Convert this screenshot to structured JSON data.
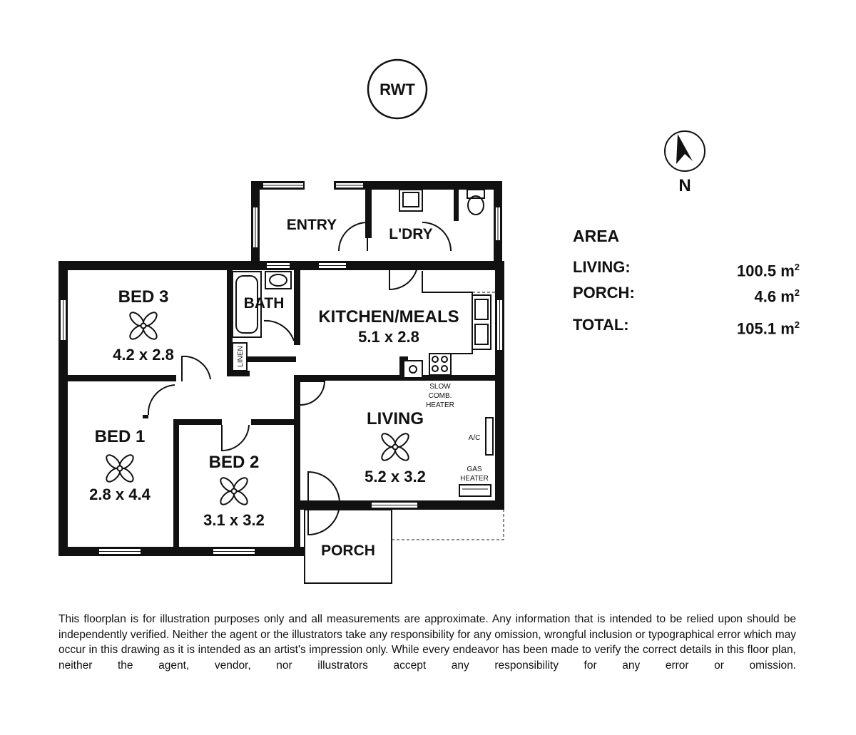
{
  "tank_label": "RWT",
  "compass_label": "N",
  "rooms": {
    "entry": "ENTRY",
    "laundry": "L'DRY",
    "bath": "BATH",
    "linen": "LINEN",
    "bed3": {
      "name": "BED 3",
      "size": "4.2 x 2.8"
    },
    "kitchen": {
      "name": "KITCHEN/MEALS",
      "size": "5.1 x 2.8"
    },
    "bed1": {
      "name": "BED 1",
      "size": "2.8 x 4.4"
    },
    "bed2": {
      "name": "BED 2",
      "size": "3.1 x 3.2"
    },
    "living": {
      "name": "LIVING",
      "size": "5.2 x 3.2"
    },
    "porch": "PORCH"
  },
  "fixtures": {
    "slow_comb_heater_1": "SLOW",
    "slow_comb_heater_2": "COMB.",
    "slow_comb_heater_3": "HEATER",
    "ac": "A/C",
    "gas_heater_1": "GAS",
    "gas_heater_2": "HEATER"
  },
  "area": {
    "title": "AREA",
    "rows": [
      {
        "label": "LIVING:",
        "value": "100.5 m",
        "unit_sup": "2"
      },
      {
        "label": "PORCH:",
        "value": "4.6 m",
        "unit_sup": "2"
      }
    ],
    "total": {
      "label": "TOTAL:",
      "value": "105.1 m",
      "unit_sup": "2"
    }
  },
  "disclaimer": "This floorplan is for illustration purposes only and all measurements are approximate. Any information that is intended to be relied upon should be independently verified. Neither the agent or the illustrators take any responsibility for any omission, wrongful inclusion or typographical error which may occur in this drawing as it is intended as an artist's impression only. While every endeavor has been made to verify the correct details in this floor plan, neither the agent, vendor, nor illustrators accept any responsibility for any error or omission."
}
